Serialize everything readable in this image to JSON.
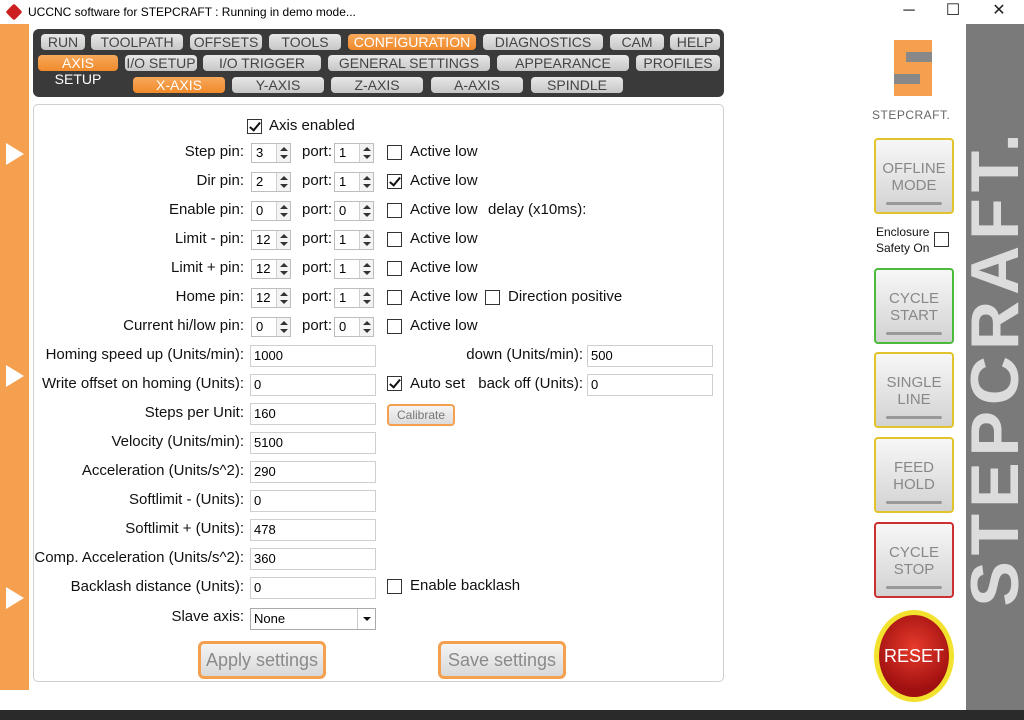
{
  "window": {
    "title": "UCCNC software for STEPCRAFT : Running in demo mode...",
    "minimize_glyph": "─",
    "maximize_glyph": "☐",
    "close_glyph": "✕"
  },
  "main_tabs": [
    {
      "label": "RUN",
      "active": false
    },
    {
      "label": "TOOLPATH",
      "active": false
    },
    {
      "label": "OFFSETS",
      "active": false
    },
    {
      "label": "TOOLS",
      "active": false
    },
    {
      "label": "CONFIGURATION",
      "active": true
    },
    {
      "label": "DIAGNOSTICS",
      "active": false
    },
    {
      "label": "CAM",
      "active": false
    },
    {
      "label": "HELP",
      "active": false
    }
  ],
  "sub_tabs": [
    {
      "label": "AXIS SETUP",
      "active": true
    },
    {
      "label": "I/O SETUP",
      "active": false
    },
    {
      "label": "I/O TRIGGER",
      "active": false
    },
    {
      "label": "GENERAL SETTINGS",
      "active": false
    },
    {
      "label": "APPEARANCE",
      "active": false
    },
    {
      "label": "PROFILES",
      "active": false
    }
  ],
  "axis_tabs": [
    {
      "label": "X-AXIS",
      "active": true
    },
    {
      "label": "Y-AXIS",
      "active": false
    },
    {
      "label": "Z-AXIS",
      "active": false
    },
    {
      "label": "A-AXIS",
      "active": false
    },
    {
      "label": "SPINDLE",
      "active": false
    }
  ],
  "form": {
    "axis_enabled": {
      "label": "Axis enabled",
      "checked": true
    },
    "port_label": "port:",
    "active_low_label": "Active low",
    "pins": {
      "step": {
        "label": "Step pin:",
        "pin": "3",
        "port": "1",
        "active_low": false
      },
      "dir": {
        "label": "Dir pin:",
        "pin": "2",
        "port": "1",
        "active_low": true
      },
      "enable": {
        "label": "Enable pin:",
        "pin": "0",
        "port": "0",
        "active_low": false
      },
      "limit_minus": {
        "label": "Limit - pin:",
        "pin": "12",
        "port": "1",
        "active_low": false
      },
      "limit_plus": {
        "label": "Limit + pin:",
        "pin": "12",
        "port": "1",
        "active_low": false
      },
      "home": {
        "label": "Home pin:",
        "pin": "12",
        "port": "1",
        "active_low": false
      },
      "current": {
        "label": "Current hi/low pin:",
        "pin": "0",
        "port": "0",
        "active_low": false
      }
    },
    "delay_label": "delay (x10ms):",
    "direction_positive": {
      "label": "Direction positive",
      "checked": false
    },
    "homing_speed_up": {
      "label": "Homing speed up (Units/min):",
      "value": "1000"
    },
    "homing_speed_down": {
      "label": "down (Units/min):",
      "value": "500"
    },
    "write_offset": {
      "label": "Write offset on homing (Units):",
      "value": "0"
    },
    "auto_set": {
      "label": "Auto set",
      "checked": true
    },
    "back_off": {
      "label": "back off (Units):",
      "value": "0"
    },
    "steps_per_unit": {
      "label": "Steps per Unit:",
      "value": "160"
    },
    "calibrate_label": "Calibrate",
    "velocity": {
      "label": "Velocity (Units/min):",
      "value": "5100"
    },
    "acceleration": {
      "label": "Acceleration (Units/s^2):",
      "value": "290"
    },
    "softlimit_minus": {
      "label": "Softlimit - (Units):",
      "value": "0"
    },
    "softlimit_plus": {
      "label": "Softlimit + (Units):",
      "value": "478"
    },
    "comp_acceleration": {
      "label": "Comp. Acceleration (Units/s^2):",
      "value": "360"
    },
    "backlash_distance": {
      "label": "Backlash distance (Units):",
      "value": "0"
    },
    "enable_backlash": {
      "label": "Enable backlash",
      "checked": false
    },
    "slave_axis": {
      "label": "Slave axis:",
      "value": "None"
    }
  },
  "actions": {
    "apply": "Apply settings",
    "save": "Save settings"
  },
  "right_panel": {
    "brand_text": "STEPCRAFT.",
    "vertical_brand": "STEPCRAFT.",
    "offline_mode": [
      "OFFLINE",
      "MODE"
    ],
    "enclosure_label": [
      "Enclosure",
      "Safety On"
    ],
    "enclosure_checked": false,
    "cycle_start": [
      "CYCLE",
      "START"
    ],
    "single_line": [
      "SINGLE",
      "LINE"
    ],
    "feed_hold": [
      "FEED",
      "HOLD"
    ],
    "cycle_stop": [
      "CYCLE",
      "STOP"
    ],
    "reset": "RESET"
  },
  "colors": {
    "accent_orange": "#f5a04e",
    "panel_dark": "#3a3a3a",
    "offline_border": "#e3c32b",
    "start_border": "#4cbb3c",
    "line_border": "#e3c32b",
    "hold_border": "#e3c32b",
    "stop_border": "#cc3030"
  }
}
